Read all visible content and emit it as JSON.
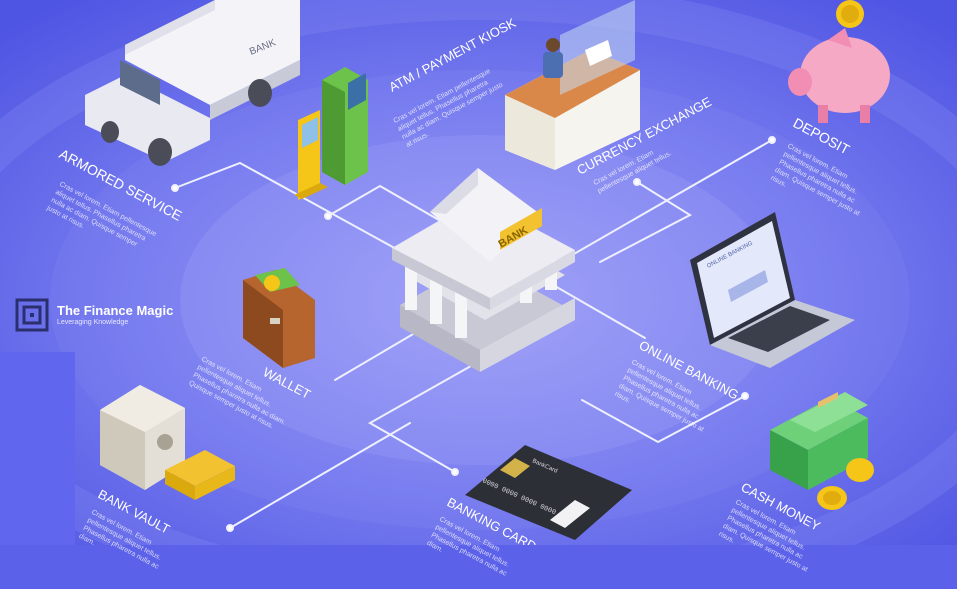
{
  "colors": {
    "background": "#5b61e8",
    "ring": "#8589f2",
    "line": "#e8e9ff",
    "bank": "#e9e9ee",
    "bank_label": "#f2c230",
    "green": "#6cc24a",
    "pink": "#f4a3c2",
    "gold": "#f5c518",
    "brown": "#a35a2a",
    "card": "#2d2f36"
  },
  "center": {
    "label": "BANK"
  },
  "nodes": [
    {
      "id": "armored",
      "label": "ARMORED SERVICE",
      "icon": "armored-truck-icon",
      "icon_text": "BANK",
      "description": "Cras vel lorem. Etiam pellentesque aliquet tellus. Phasellus pharetra nulla ac diam. Quisque semper justo at risus."
    },
    {
      "id": "atm",
      "label": "ATM / PAYMENT KIOSK",
      "icon": "atm-kiosk-icon",
      "description": "Cras vel lorem. Etiam pellentesque aliquet tellus. Phasellus pharetra nulla ac diam. Quisque semper justo at risus."
    },
    {
      "id": "currency",
      "label": "CURRENCY EXCHANGE",
      "icon": "exchange-desk-icon",
      "description": "Cras vel lorem. Etiam pellentesque aliquet tellus."
    },
    {
      "id": "deposit",
      "label": "DEPOSIT",
      "icon": "piggy-bank-icon",
      "description": "Cras vel lorem. Etiam pellentesque aliquet tellus. Phasellus pharetra nulla ac diam. Quisque semper justo at risus."
    },
    {
      "id": "online",
      "label": "ONLINE BANKING",
      "icon": "laptop-icon",
      "icon_text": "ONLINE BANKING",
      "description": "Cras vel lorem. Etiam pellentesque aliquet tellus. Phasellus pharetra nulla ac diam. Quisque semper justo at risus."
    },
    {
      "id": "cash",
      "label": "CASH MONEY",
      "icon": "cash-stack-icon",
      "description": "Cras vel lorem. Etiam pellentesque aliquet tellus. Phasellus pharetra nulla ac diam. Quisque semper justo at risus."
    },
    {
      "id": "card",
      "label": "BANKING CARD",
      "icon": "bank-card-icon",
      "icon_text": "BankCard",
      "card_number": "0000 0000 0000 0000",
      "description": "Cras vel lorem. Etiam pellentesque aliquet tellus. Phasellus pharetra nulla ac diam."
    },
    {
      "id": "vault",
      "label": "BANK VAULT",
      "icon": "vault-icon",
      "description": "Cras vel lorem. Etiam pellentesque aliquet tellus. Phasellus pharetra nulla ac diam."
    },
    {
      "id": "wallet",
      "label": "WALLET",
      "icon": "wallet-icon",
      "description": "Cras vel lorem. Etiam pellentesque aliquet tellus. Phasellus pharetra nulla ac diam. Quisque semper justo at risus."
    }
  ],
  "watermark": {
    "name": "The Finance Magic",
    "tagline": "Leveraging Knowledge",
    "icon": "finance-magic-logo-icon"
  }
}
